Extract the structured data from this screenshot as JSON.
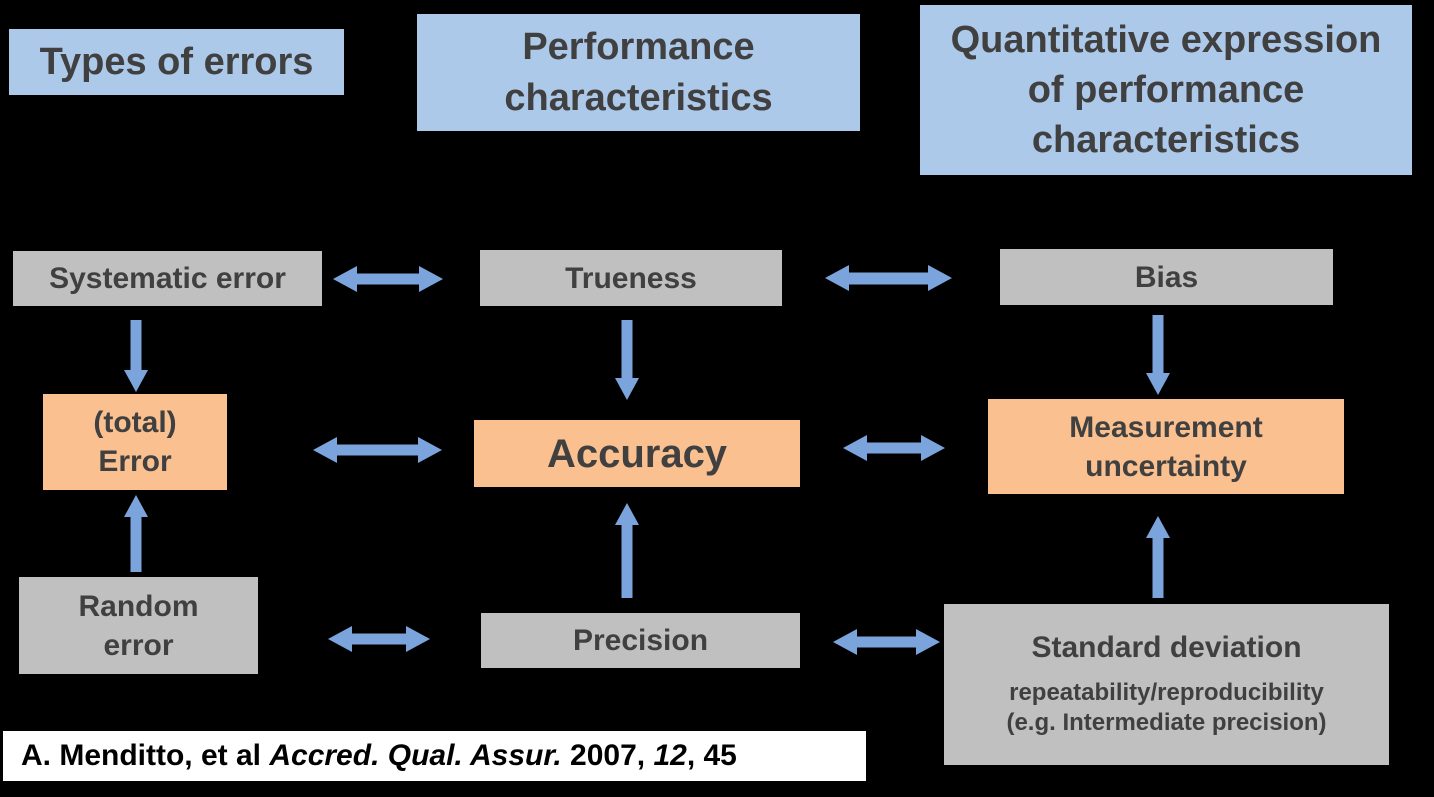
{
  "colors": {
    "background": "#000000",
    "header_fill": "#ADC9EA",
    "gray_fill": "#C0C0C0",
    "orange_fill": "#FAC090",
    "arrow": "#7BA3DC",
    "box_text": "#404040",
    "citation_bg": "#FFFFFF",
    "citation_text": "#000000"
  },
  "headers": {
    "types_of_errors": "Types of errors",
    "performance_characteristics": "Performance\ncharacteristics",
    "quantitative_expression": "Quantitative expression\nof performance\ncharacteristics"
  },
  "nodes": {
    "systematic_error": "Systematic error",
    "trueness": "Trueness",
    "bias": "Bias",
    "total_error": "(total)\nError",
    "accuracy": "Accuracy",
    "measurement_uncertainty": "Measurement\nuncertainty",
    "random_error": "Random\nerror",
    "precision": "Precision",
    "standard_deviation": "Standard deviation",
    "standard_deviation_sub": "repeatability/reproducibility\n(e.g. Intermediate precision)"
  },
  "citation": {
    "prefix": "A. Menditto, et al ",
    "journal_italic": "Accred. Qual. Assur.",
    "middle": " 2007, ",
    "volume_italic": "12",
    "suffix": ", 45"
  }
}
